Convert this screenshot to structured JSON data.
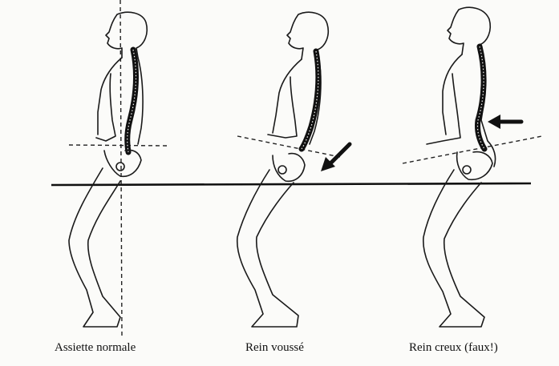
{
  "figures": [
    {
      "id": "normal",
      "caption": "Assiette normale"
    },
    {
      "id": "round",
      "caption": "Rein voussé"
    },
    {
      "id": "hollow",
      "caption": "Rein creux (faux!)"
    }
  ],
  "colors": {
    "ink": "#1a1a1a",
    "paper": "#fbfbf9"
  },
  "icons": [
    "arrow-down-left-icon",
    "arrow-left-icon"
  ]
}
